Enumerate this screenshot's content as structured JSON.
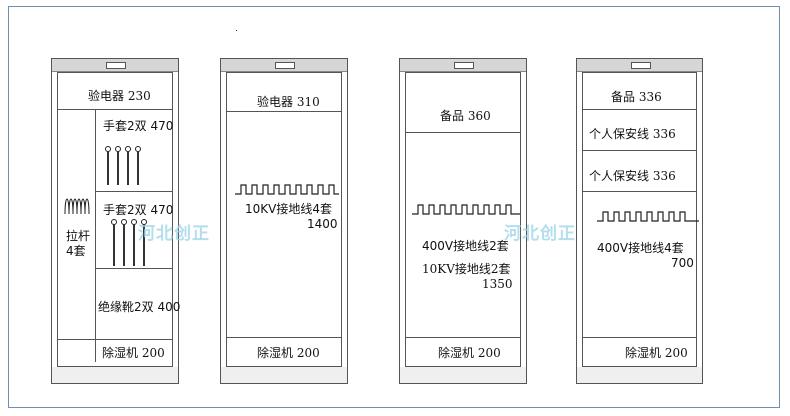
{
  "cabinets": [
    {
      "tester": "验电器  230",
      "gloves_top": "手套2双  470",
      "gloves_bottom": "手套2双  470",
      "boots": "绝缘靴2双  400",
      "rod": "拉杆\n4套",
      "dehumidifier": "除湿机  200"
    },
    {
      "tester": "验电器  310",
      "ground_line": "10KV接地线4套",
      "ground_num": "1400",
      "dehumidifier": "除湿机  200"
    },
    {
      "spare": "备品  360",
      "ground_a": "400V接地线2套",
      "ground_b": "10KV接地线2套",
      "ground_num": "1350",
      "dehumidifier": "除湿机  200"
    },
    {
      "spare": "备品  336",
      "safety1": "个人保安线 336",
      "safety2": "个人保安线 336",
      "ground_line": "400V接地线4套",
      "ground_num": "700",
      "dehumidifier": "除湿机  200"
    }
  ],
  "watermark": "河北创正"
}
